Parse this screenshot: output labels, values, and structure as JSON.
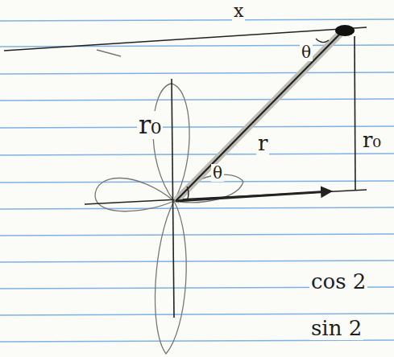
{
  "diagram": {
    "labels": [
      "x",
      "θ",
      "r₀",
      "r",
      "r₀",
      "θ",
      "cos 2",
      "sin 2"
    ]
  }
}
